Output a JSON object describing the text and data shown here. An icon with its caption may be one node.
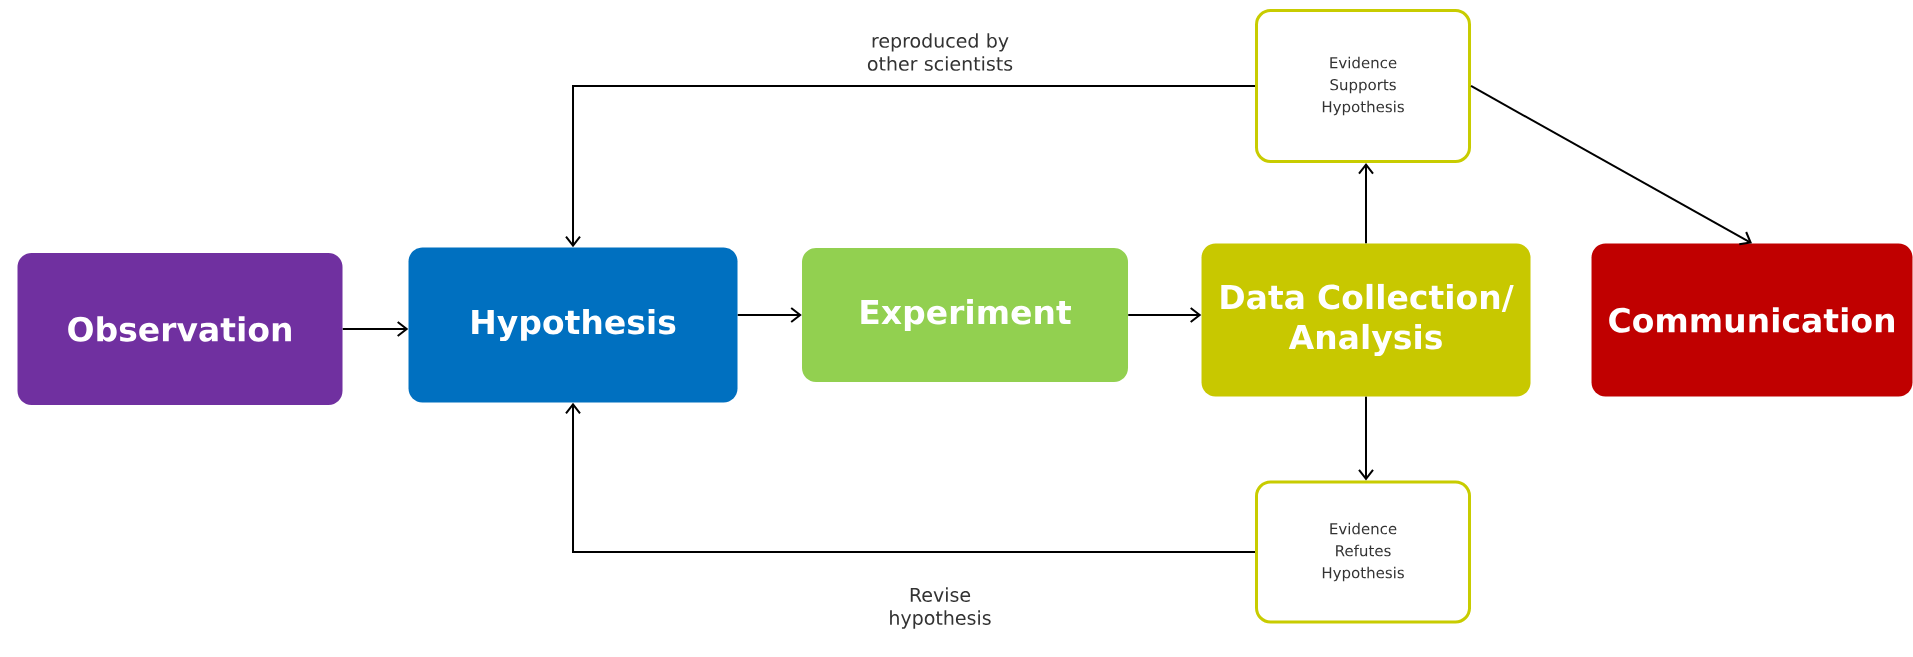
{
  "diagram": {
    "nodes": [
      {
        "text": [
          "Observation"
        ]
      },
      {
        "text": [
          "Hypothesis"
        ]
      },
      {
        "text": [
          "Experiment"
        ]
      },
      {
        "text": [
          "Data Collection/ Analysis"
        ]
      },
      {
        "text": [
          "Evidence Supports Hypothesis"
        ]
      },
      {
        "text": [
          "Evidence Refutes Hypothesis"
        ]
      },
      {
        "text": [
          "Communication"
        ]
      }
    ],
    "edges": [
      {
        "from": 0,
        "to": 1,
        "arrow": "to"
      },
      {
        "from": 1,
        "to": 2,
        "arrow": "to"
      },
      {
        "from": 2,
        "to": 3,
        "arrow": "to"
      },
      {
        "from": 3,
        "to": 4,
        "arrow": "to"
      },
      {
        "from": 3,
        "to": 5,
        "arrow": "to"
      },
      {
        "from": 4,
        "to": 1,
        "arrow": "to",
        "label": "reproduced by other scientists"
      },
      {
        "from": 5,
        "to": 1,
        "arrow": "to",
        "label": "Revise hypothesis"
      },
      {
        "from": 4,
        "to": 6,
        "arrow": "to"
      }
    ]
  }
}
